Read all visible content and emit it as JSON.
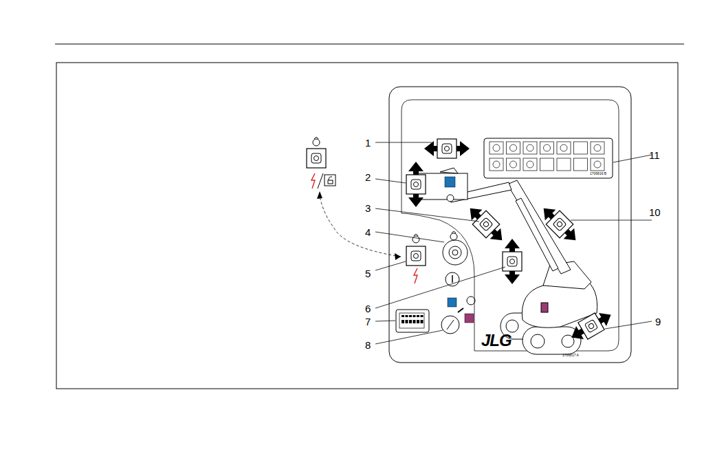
{
  "diagram": {
    "labels": [
      "1",
      "2",
      "3",
      "4",
      "5",
      "6",
      "7",
      "8",
      "9",
      "10",
      "11",
      "JLG",
      "1706816 B",
      "1706817 A"
    ]
  }
}
